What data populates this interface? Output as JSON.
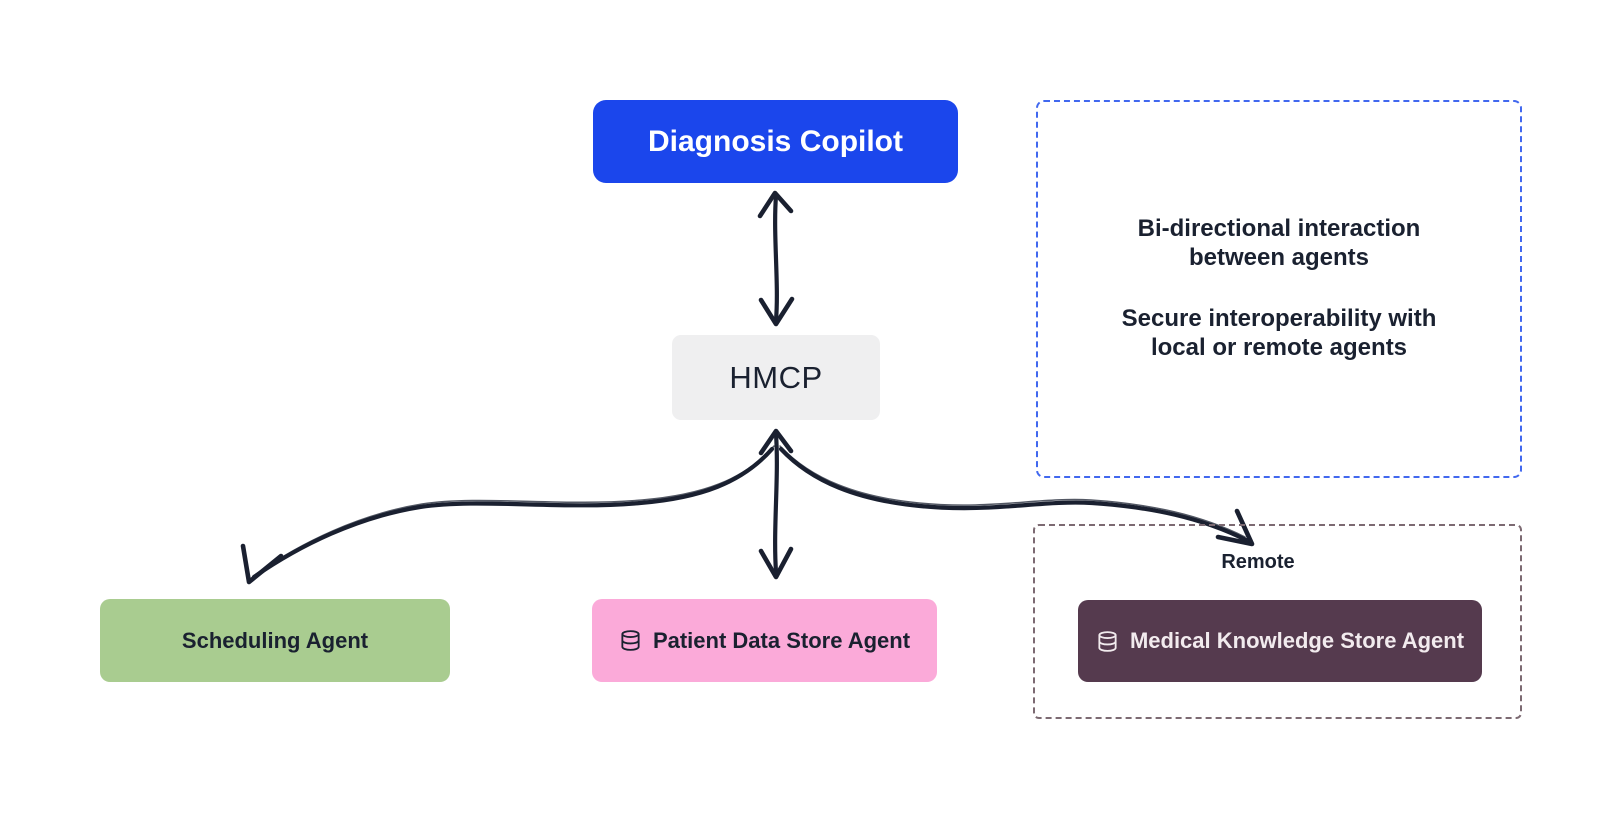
{
  "colors": {
    "copilot_bg": "#1b46ec",
    "copilot_text": "#ffffff",
    "hmcp_bg": "#efeff0",
    "dark_text": "#1a2130",
    "scheduling_bg": "#a9cc90",
    "patient_bg": "#fbaad9",
    "medical_bg": "#553a4e",
    "medical_text": "#f2ebee",
    "notes_border": "#4168ef",
    "remote_border": "#7c6a72",
    "arrow": "#1a2030"
  },
  "nodes": {
    "copilot": {
      "label": "Diagnosis Copilot"
    },
    "hmcp": {
      "label": "HMCP"
    }
  },
  "agents": [
    {
      "label": "Scheduling Agent",
      "icon": null
    },
    {
      "label": "Patient Data Store Agent",
      "icon": "database-icon"
    },
    {
      "label": "Medical Knowledge Store Agent",
      "icon": "database-icon"
    }
  ],
  "notes_panel": {
    "note1": {
      "line1": "Bi-directional interaction",
      "line2": "between agents"
    },
    "note2": {
      "line1": "Secure interoperability with",
      "line2": "local or remote agents"
    }
  },
  "remote_group": {
    "label": "Remote"
  }
}
